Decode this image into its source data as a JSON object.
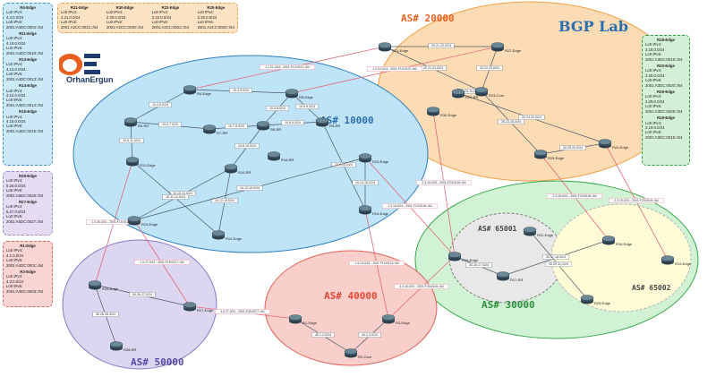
{
  "title": "BGP Lab",
  "logo": {
    "text": "OrhanErgun",
    "icon": "oe-logo-icon"
  },
  "colors": {
    "as10000": "#bfe3f7",
    "as20000": "#fcdcb4",
    "as30000": "#d1f2d4",
    "as40000": "#f8cfcb",
    "as50000": "#ddd6f0",
    "as65001": "#e8e8e8",
    "as65002": "#fffbd6",
    "router": "#3e5766"
  },
  "as_labels": {
    "as10000": "AS# 10000",
    "as20000": "AS# 20000",
    "as30000": "AS# 30000",
    "as40000": "AS# 40000",
    "as50000": "AS# 50000",
    "as65001": "AS# 65001",
    "as65002": "AS# 65002"
  },
  "notes": {
    "left_top": {
      "sections": [
        {
          "header": "R4-Edge",
          "rows": [
            "Lo0 IPv4:",
            "4.4.0.0/24",
            "Lo0 IPv6:",
            "2001:A4DC:0004::/64"
          ]
        },
        {
          "header": "R11-Edge",
          "rows": [
            "Lo0 IPv4:",
            "4.10.0.0/24",
            "Lo0 IPv6:",
            "2001:A4DC:0010::/64"
          ]
        },
        {
          "header": "R13-Edge",
          "rows": [
            "Lo0 IPv4:",
            "4.13.0.0/24",
            "Lo0 IPv6:",
            "2001:A4DC:0013::/64"
          ]
        },
        {
          "header": "R14-Edge",
          "rows": [
            "Lo0 IPv4:",
            "4.14.0.0/24",
            "Lo0 IPv6:",
            "2001:A4DC:0014::/64"
          ]
        },
        {
          "header": "R15-Edge",
          "rows": [
            "Lo0 IPv4:",
            "4.15.0.0/24",
            "Lo0 IPv6:",
            "2001:A4DC:0015::/64"
          ]
        }
      ]
    },
    "left_mid": {
      "sections": [
        {
          "header": "R26-Edge",
          "rows": [
            "Lo0 IPv4:",
            "5.26.0.0/24",
            "Lo0 IPv6:",
            "2001:A5DC:0026::/64"
          ]
        },
        {
          "header": "R27-Edge",
          "rows": [
            "Lo0 IPv4:",
            "5.27.0.0/24",
            "Lo0 IPv6:",
            "2001:A5DC:0027::/64"
          ]
        }
      ]
    },
    "left_bot": {
      "sections": [
        {
          "header": "R1-Edge",
          "rows": [
            "Lo0 IPv4:",
            "4.1.0.0/24",
            "Lo0 IPv6:",
            "2001:A4DC:0001::/64"
          ]
        },
        {
          "header": "R3-Edge",
          "rows": [
            "Lo0 IPv4:",
            "4.3.0.0/24",
            "Lo0 IPv6:",
            "2001:A4DC:0003::/64"
          ]
        }
      ]
    },
    "top": {
      "columns": [
        {
          "header": "R21-Edge",
          "rows": [
            "Lo0 IPv4:",
            "2.21.0.0/24",
            "Lo0 IPv6:",
            "2001:A2CC:0021::/64"
          ]
        },
        {
          "header": "R30-Edge",
          "rows": [
            "Lo0 IPv4:",
            "2.30.0.0/24",
            "Lo0 IPv6:",
            "2001:A2CC:0030::/64"
          ]
        },
        {
          "header": "R22-Edge",
          "rows": [
            "Lo0 IPv4:",
            "2.22.0.0/24",
            "Lo0 IPv6:",
            "2001:A2CC:0022::/64"
          ]
        },
        {
          "header": "R20-Edge",
          "rows": [
            "Lo0 IPv4:",
            "2.20.0.0/24",
            "Lo0 IPv6:",
            "2001:A2CC:0020::/64"
          ]
        }
      ]
    },
    "right": {
      "sections": [
        {
          "header": "R18-Edge",
          "rows": [
            "Lo0 IPv4:",
            "3.18.0.0/24",
            "Lo0 IPv6:",
            "2001:A3DC:0018::/64"
          ]
        },
        {
          "header": "R20-Edge",
          "rows": [
            "Lo0 IPv4:",
            "3.20.0.0/24",
            "Lo0 IPv6:",
            "2001:A3DC:0020::/64"
          ]
        },
        {
          "header": "R29-Edge",
          "rows": [
            "Lo0 IPv4:",
            "3.29.0.0/24",
            "Lo0 IPv6:",
            "2001:A3DC:0029::/64"
          ]
        },
        {
          "header": "R19-Edge",
          "rows": [
            "Lo0 IPv4:",
            "3.19.0.0/24",
            "Lo0 IPv6:",
            "2001:A3DC:0019::/64"
          ]
        }
      ]
    }
  },
  "routers": [
    {
      "id": "R4",
      "label": "R4-Edge"
    },
    {
      "id": "R5",
      "label": "R5-Edge"
    },
    {
      "id": "R6",
      "label": "R6-RR"
    },
    {
      "id": "R7",
      "label": "R7-RR"
    },
    {
      "id": "R8",
      "label": "R8-RR"
    },
    {
      "id": "R9",
      "label": "R9-RR"
    },
    {
      "id": "R10",
      "label": "R10-RR"
    },
    {
      "id": "R11",
      "label": "R11-Edge"
    },
    {
      "id": "R12",
      "label": "R12-Edge"
    },
    {
      "id": "R13",
      "label": "R13-Edge"
    },
    {
      "id": "R14",
      "label": "R14-Edge"
    },
    {
      "id": "R15",
      "label": "R15-Edge"
    },
    {
      "id": "R16",
      "label": "R16-RR"
    },
    {
      "id": "R21",
      "label": "R21-Edge"
    },
    {
      "id": "R22",
      "label": "R22-Edge"
    },
    {
      "id": "R23",
      "label": "R23-Core"
    },
    {
      "id": "R24",
      "label": "R24-RR"
    },
    {
      "id": "R25",
      "label": "R25-Edge"
    },
    {
      "id": "R20",
      "label": "R20-Edge"
    },
    {
      "id": "R30",
      "label": "R30-Edge"
    },
    {
      "id": "R26",
      "label": "R26-Edge"
    },
    {
      "id": "R27",
      "label": "R27-Edge"
    },
    {
      "id": "R28",
      "label": "R28-RR"
    },
    {
      "id": "R1",
      "label": "R1-Edge"
    },
    {
      "id": "R2",
      "label": "R2-Core"
    },
    {
      "id": "R3",
      "label": "R3-Edge"
    },
    {
      "id": "R16b",
      "label": "R16-Edge"
    },
    {
      "id": "R17",
      "label": "R17-RR"
    },
    {
      "id": "R18",
      "label": "R18-Edge"
    },
    {
      "id": "R19",
      "label": "R19-Edge"
    },
    {
      "id": "R29",
      "label": "R29-Edge"
    },
    {
      "id": "R31",
      "label": "R31-Edge"
    }
  ],
  "subnets": [
    {
      "from": "R4",
      "to": "R5",
      "label": "10.4.5.0/24"
    },
    {
      "from": "R4",
      "to": "R6",
      "label": "10.4.6.0/24"
    },
    {
      "from": "R5",
      "to": "R8",
      "label": "10.5.8.0/24"
    },
    {
      "from": "R5",
      "to": "R9",
      "label": "10.5.9.0/24"
    },
    {
      "from": "R6",
      "to": "R7",
      "label": "10.6.7.0/24"
    },
    {
      "from": "R6",
      "to": "R11",
      "label": "10.6.11.0/24"
    },
    {
      "from": "R7",
      "to": "R8",
      "label": "10.7.8.0/24"
    },
    {
      "from": "R8",
      "to": "R9",
      "label": "10.8.9.0/24"
    },
    {
      "from": "R8",
      "to": "R10",
      "label": "10.8.10.0/24"
    },
    {
      "from": "R9",
      "to": "R14",
      "label": "10.9.14.0/24"
    },
    {
      "from": "R10",
      "to": "R13",
      "label": "10.10.13.0/24"
    },
    {
      "from": "R11",
      "to": "R12",
      "label": "10.11.12.0/24"
    },
    {
      "from": "R12",
      "to": "R10",
      "label": "10.12.10.0/24"
    },
    {
      "from": "R14",
      "to": "R15",
      "label": "10.14.15.0/24"
    },
    {
      "from": "R13",
      "to": "R15",
      "label": "10.13.15.0/24"
    },
    {
      "from": "R21",
      "to": "R22",
      "label": "20.21.22.0/24"
    },
    {
      "from": "R21",
      "to": "R23",
      "label": "20.21.23.0/24"
    },
    {
      "from": "R22",
      "to": "R23",
      "label": "20.22.23.0/24"
    },
    {
      "from": "R23",
      "to": "R24",
      "label": "20.23.24.0/24"
    },
    {
      "from": "R23",
      "to": "R25",
      "label": "20.23.25.0/24"
    },
    {
      "from": "R24",
      "to": "R20",
      "label": "20.24.20.0/24"
    },
    {
      "from": "R25",
      "to": "R20",
      "label": "20.25.20.0/24"
    },
    {
      "from": "R16b",
      "to": "R17",
      "label": "30.16.17.0/24"
    },
    {
      "from": "R17",
      "to": "R18",
      "label": "30.17.18.0/24"
    },
    {
      "from": "R29",
      "to": "R31",
      "label": "30.29.31.0/24"
    },
    {
      "from": "R1",
      "to": "R2",
      "label": "40.1.2.0/24"
    },
    {
      "from": "R2",
      "to": "R3",
      "label": "40.2.3.0/24"
    },
    {
      "from": "R26",
      "to": "R27",
      "label": "50.26.27.0/24"
    },
    {
      "from": "R26",
      "to": "R28",
      "label": "50.26.28.0/24"
    }
  ],
  "peerings": [
    {
      "from": "R4",
      "to": "R21",
      "label": "1.2.21.0/24 - 2001:F12:0021::/64"
    },
    {
      "from": "R5",
      "to": "R22",
      "label": "1.2.22.0/24 - 2001:F12:0022::/64"
    },
    {
      "from": "R15",
      "to": "R16b",
      "label": "1.3.16.0/24 - 2001:F13:0016::/64"
    },
    {
      "from": "R14",
      "to": "R3",
      "label": "1.4.14.0/24 - 2001:F14:0014::/64"
    },
    {
      "from": "R13",
      "to": "R27",
      "label": "1.5.27.0/24 - 2001:F15:0027::/64"
    },
    {
      "from": "R11",
      "to": "R26",
      "label": "1.5.26.0/24 - 2001:F15:0026::/64"
    },
    {
      "from": "R25",
      "to": "R18",
      "label": "2.3.18.0/24 - 2001:F23:0018::/64"
    },
    {
      "from": "R20",
      "to": "R19",
      "label": "2.3.19.0/24 - 2001:F23:0019::/64"
    },
    {
      "from": "R30",
      "to": "R16b",
      "label": "2.3.16.0/24 - 2001:F23:0016::/64"
    },
    {
      "from": "R3",
      "to": "R16b",
      "label": "3.4.16.0/24 - 2001:F34:0016::/64"
    },
    {
      "from": "R1",
      "to": "R27",
      "label": "4.5.27.0/24 - 2001:F45:0027::/64"
    }
  ]
}
